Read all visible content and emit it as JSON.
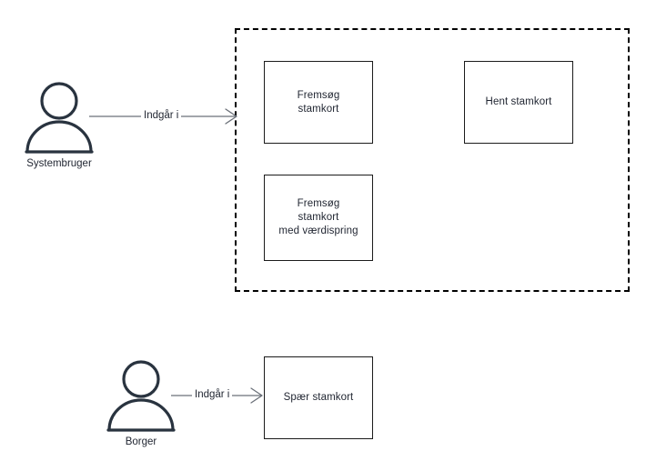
{
  "diagram": {
    "type": "uml-use-case-diagram",
    "background_color": "#ffffff",
    "actor_color": "#29333f",
    "box_border_color": "#1b1b1b",
    "boundary_border_color": "#000000",
    "connector_color": "#6b7079",
    "text_color": "#1f2430"
  },
  "boundary": {
    "name": "system-boundary",
    "style": "dashed"
  },
  "actors": [
    {
      "id": "systembruger",
      "label": "Systembruger",
      "icon": "actor-person-icon"
    },
    {
      "id": "borger",
      "label": "Borger",
      "icon": "actor-person-icon"
    }
  ],
  "use_cases": [
    {
      "id": "fremsoeg-stamkort",
      "lines": [
        "Fremsøg",
        "stamkort"
      ],
      "line1": "Fremsøg",
      "line2": "stamkort",
      "line3": ""
    },
    {
      "id": "hent-stamkort",
      "lines": [
        "Hent stamkort"
      ],
      "line1": "Hent stamkort",
      "line2": "",
      "line3": ""
    },
    {
      "id": "fremsoeg-stamkort-med-vaerdispring",
      "lines": [
        "Fremsøg",
        "stamkort",
        "med værdispring"
      ],
      "line1": "Fremsøg",
      "line2": "stamkort",
      "line3": "med værdispring"
    },
    {
      "id": "spaer-stamkort",
      "lines": [
        "Spær stamkort"
      ],
      "line1": "Spær stamkort",
      "line2": "",
      "line3": ""
    }
  ],
  "connectors": [
    {
      "id": "systembruger-to-boundary",
      "label": "Indgår i",
      "from": "systembruger",
      "to": "system-boundary"
    },
    {
      "id": "borger-to-spaer-stamkort",
      "label": "Indgår i",
      "from": "borger",
      "to": "spaer-stamkort"
    }
  ]
}
